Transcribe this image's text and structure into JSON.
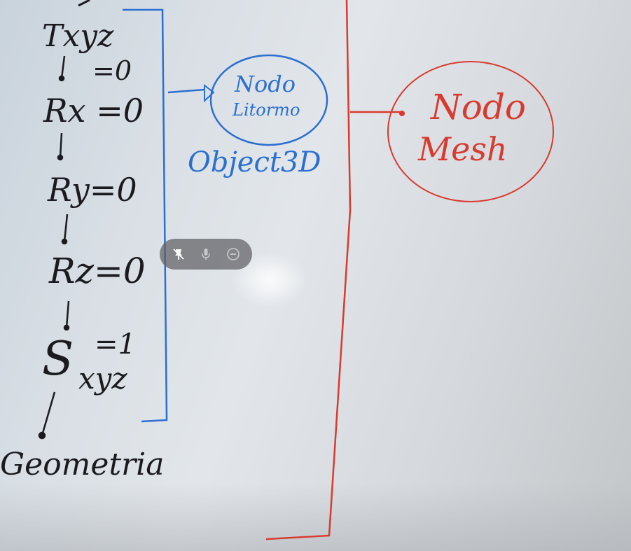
{
  "whiteboard": {
    "left_column": {
      "txyz": "Txyz",
      "txyz_value": "=0",
      "rx": "Rx =0",
      "ry": "Ry=0",
      "rz": "Rz=0",
      "s": "S",
      "s_value": "=1",
      "s_sub": "xyz",
      "geometria": "Geometria"
    },
    "blue_node": {
      "line1": "Nodo",
      "line2": "Litormo",
      "caption": "Object3D"
    },
    "red_node": {
      "line1": "Nodo",
      "line2": "Mesh"
    }
  },
  "toolbar": {
    "pin_icon": "pin-off-icon",
    "mic_icon": "microphone-icon",
    "minimize_icon": "minus-circle-icon"
  },
  "colors": {
    "black_marker": "#1b1b1f",
    "blue_marker": "#2b6fd0",
    "red_marker": "#d93a2f"
  }
}
